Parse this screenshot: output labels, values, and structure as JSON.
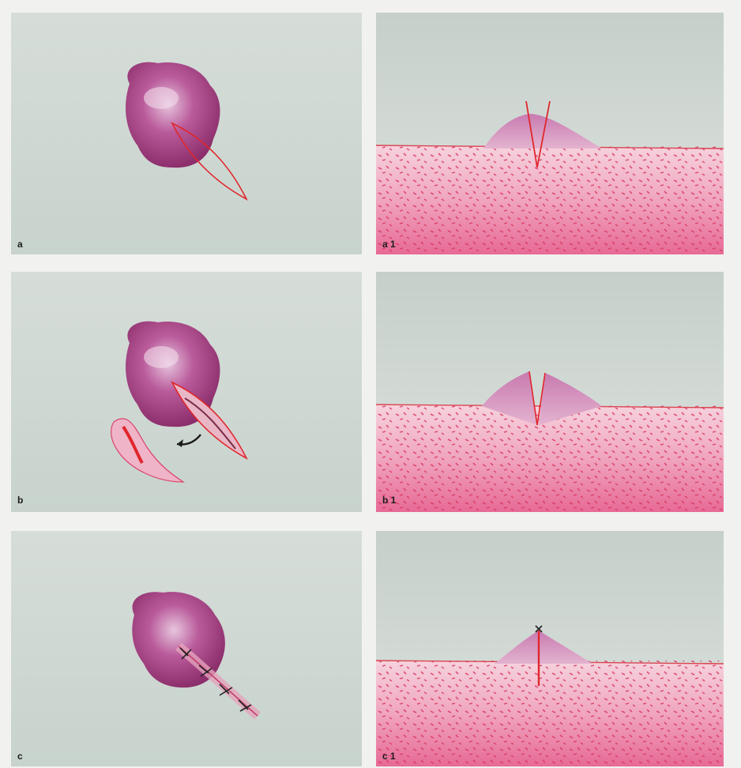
{
  "panels": {
    "a": {
      "label": "a"
    },
    "a1": {
      "label": "a 1"
    },
    "b": {
      "label": "b"
    },
    "b1": {
      "label": "b 1"
    },
    "c": {
      "label": "c"
    },
    "c1": {
      "label": "c 1"
    }
  },
  "colors": {
    "background": "#cfd8d3",
    "lesion": "#a2407f",
    "incision": "#e0262c",
    "skin": "#f0a9c1"
  }
}
